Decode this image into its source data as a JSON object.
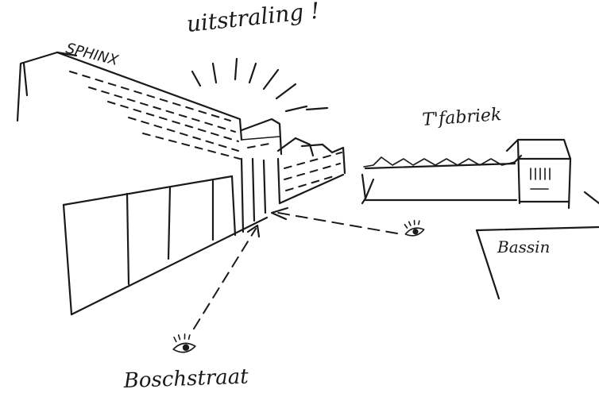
{
  "labels": {
    "sphinx": "SPHINX",
    "uitstraling": "uitstraling !",
    "tfabriek": "T'fabriek",
    "bassin": "Bassin",
    "boschstraat": "Boschstraat"
  },
  "icons": {
    "viewpoint_right": "eye-icon",
    "viewpoint_bottom": "eye-icon"
  },
  "colors": {
    "ink": "#1a1a1a",
    "paper": "#ffffff"
  }
}
